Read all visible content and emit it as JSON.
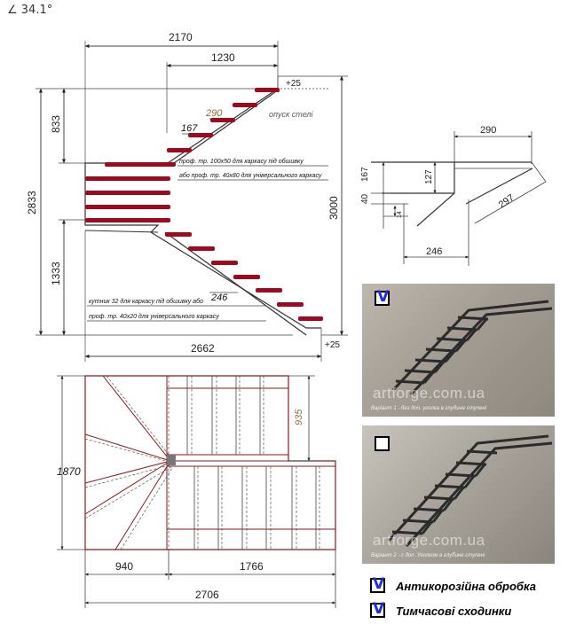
{
  "angle_label": "∠ 34.1°",
  "elevation": {
    "dims": {
      "top_width": "2170",
      "upper_width": "1230",
      "total_height": "2833",
      "upper_height": "833",
      "lower_height": "1333",
      "right_height": "3000",
      "bottom_width": "2662",
      "plus_top": "+25",
      "plus_bottom": "+25",
      "tread_290": "290",
      "riser_167": "167",
      "tread_246": "246"
    },
    "notes": {
      "lowering": "опуск стелі",
      "prof_100": "проф. тр. 100х50 для каркасу під обшивку",
      "prof_40_80": "або проф. тр. 40х80 для універсального каркасу",
      "corner_32": "кутник 32 для каркасу під обшивку або",
      "prof_40_20": "проф. тр. 40х20 для універсального каркасу"
    },
    "step_color": "#9b0a1e"
  },
  "detail": {
    "d290": "290",
    "d167": "167",
    "d127": "127",
    "d40": "40",
    "d297": "297",
    "d246": "246",
    "d14": "14"
  },
  "plan": {
    "d935": "935",
    "d1870": "1870",
    "d940": "940",
    "d1766": "1766",
    "d2706": "2706"
  },
  "photos": [
    {
      "watermark": "artforge.com.ua",
      "caption": "Варіант 1 - без доп. уголка в глубине ступені",
      "checked": true
    },
    {
      "watermark": "artforge.com.ua",
      "caption": "Варіант 2 - с доп. Уголком в глубине ступені",
      "checked": false
    }
  ],
  "options": [
    {
      "label": "Антикорозійна обробка",
      "checked": true
    },
    {
      "label": "Тимчасові сходинки",
      "checked": true
    }
  ],
  "check_glyph": "V",
  "colors": {
    "accent": "#9b0a1e",
    "check": "#1d2fd6",
    "line": "#222222"
  }
}
